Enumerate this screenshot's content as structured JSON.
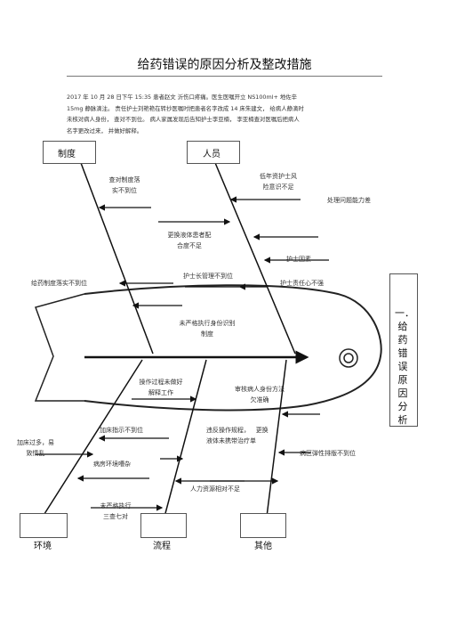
{
  "title": "给药错误的原因分析及整改措施",
  "paragraph": [
    "2017 年 10 月 28 日下午 15:35 患者赵文 沂伤口疼痛。医生医嘱开立 NS100ml+ 地佐辛",
    "15mg 静脉滴注。 责任护士刘艳艳在转抄医嘱时把患者名字改成 14 床朱建文， 给病人静滴时",
    "未核对病人身份， 查对不到位。 病人家属发现后告知护士李亚楠， 李亚楠查对医嘱后把病人",
    "名字更改过来， 并做好解释。"
  ],
  "diagram": {
    "effect": "一．给药错误原因分析",
    "categories": {
      "system": "制度",
      "staff": "人员",
      "environment": "环境",
      "process": "流程",
      "other": "其他"
    },
    "causes": {
      "check_lax_1": "查对制度落",
      "check_lax_2": "实不到位",
      "low_seniority_1": "低年资护士风",
      "low_seniority_2": "险意识不足",
      "handling_weak": "处理问题能力差",
      "fluid_mix_1": "更换液体患者配",
      "fluid_mix_2": "合度不足",
      "nurse_factor": "护士因素",
      "head_nurse": "护士长管理不到位",
      "med_system": "给药制度落实不到位",
      "duty_weak": "护士责任心不强",
      "id_unimpl_1": "未严格执行身份识别",
      "id_unimpl_2": "制度",
      "process_1": "操作过程未做好",
      "process_2": "解释工作",
      "verify_1": "审核病人身份方法",
      "verify_2": "欠准确",
      "add_bed": "加床指示不到位",
      "violate_1": "违反操作规程，",
      "violate_2": "更换",
      "violate_3": "液体未携带治疗单",
      "crowd_1": "加床过多，易",
      "crowd_2": "致情乱",
      "ward_env": "病房环境嘈杂",
      "bed_sched": "病区弹性排版不到位",
      "staff_short": "人力资源相对不足",
      "three_one_1": "未严格执行",
      "three_one_2": "三查七对"
    }
  }
}
